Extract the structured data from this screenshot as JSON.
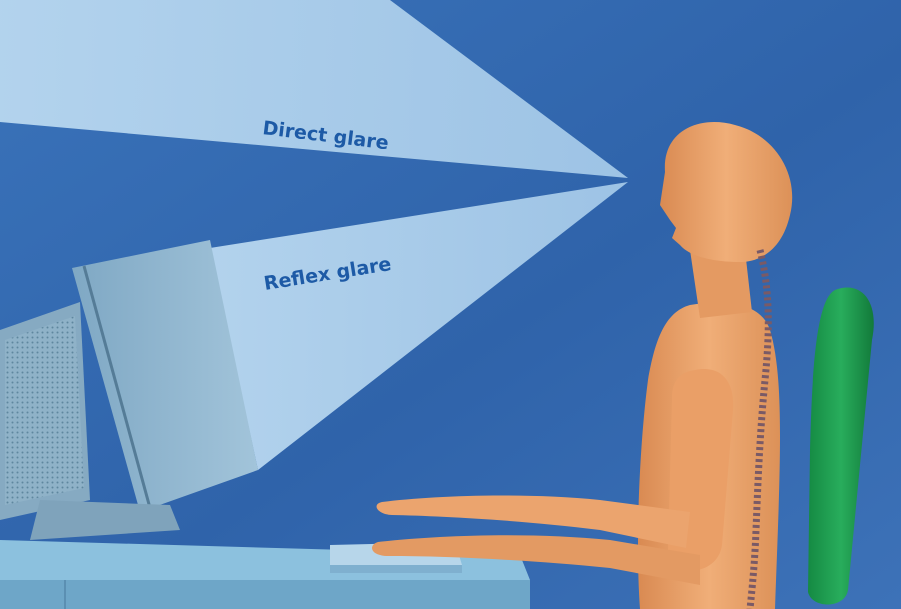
{
  "labels": {
    "direct_glare": "Direct glare",
    "reflex_glare": "Reflex glare"
  },
  "colors": {
    "background": "#2f63aa",
    "light_beam": "#a9cdeb",
    "label_text": "#1d5aa6",
    "figure_skin": "#e8a16a",
    "spine": "#7a5a66",
    "chair": "#1f9a4f",
    "monitor": "#8fb6cf",
    "desk": "#8cc1de"
  },
  "icons": [
    "monitor",
    "keyboard",
    "desk",
    "human-figure",
    "spine",
    "office-chair"
  ]
}
